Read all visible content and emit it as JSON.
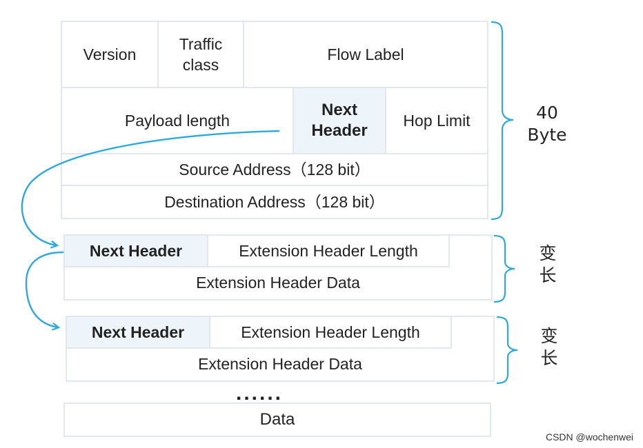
{
  "header": {
    "version": "Version",
    "traffic_class_l1": "Traffic",
    "traffic_class_l2": "class",
    "flow_label": "Flow Label",
    "payload_length": "Payload length",
    "next_header_l1": "Next",
    "next_header_l2": "Header",
    "hop_limit": "Hop Limit",
    "source_address": "Source Address（128  bit）",
    "destination_address": "Destination Address（128  bit）"
  },
  "header_size": {
    "line1": "40",
    "line2": "Byte"
  },
  "extension_headers": [
    {
      "next_header": "Next Header",
      "length": "Extension  Header  Length",
      "data": "Extension  Header  Data",
      "size_l1": "变",
      "size_l2": "长"
    },
    {
      "next_header": "Next Header",
      "length": "Extension  Header  Length",
      "data": "Extension  Header  Data",
      "size_l1": "变",
      "size_l2": "长"
    }
  ],
  "ellipsis": "......",
  "data_label": "Data",
  "watermark": "CSDN @wochenwei",
  "colors": {
    "arrow": "#29a9e0",
    "bracket": "#29a9e0",
    "highlight": "#eef5fa",
    "border": "#e2e7ee"
  }
}
